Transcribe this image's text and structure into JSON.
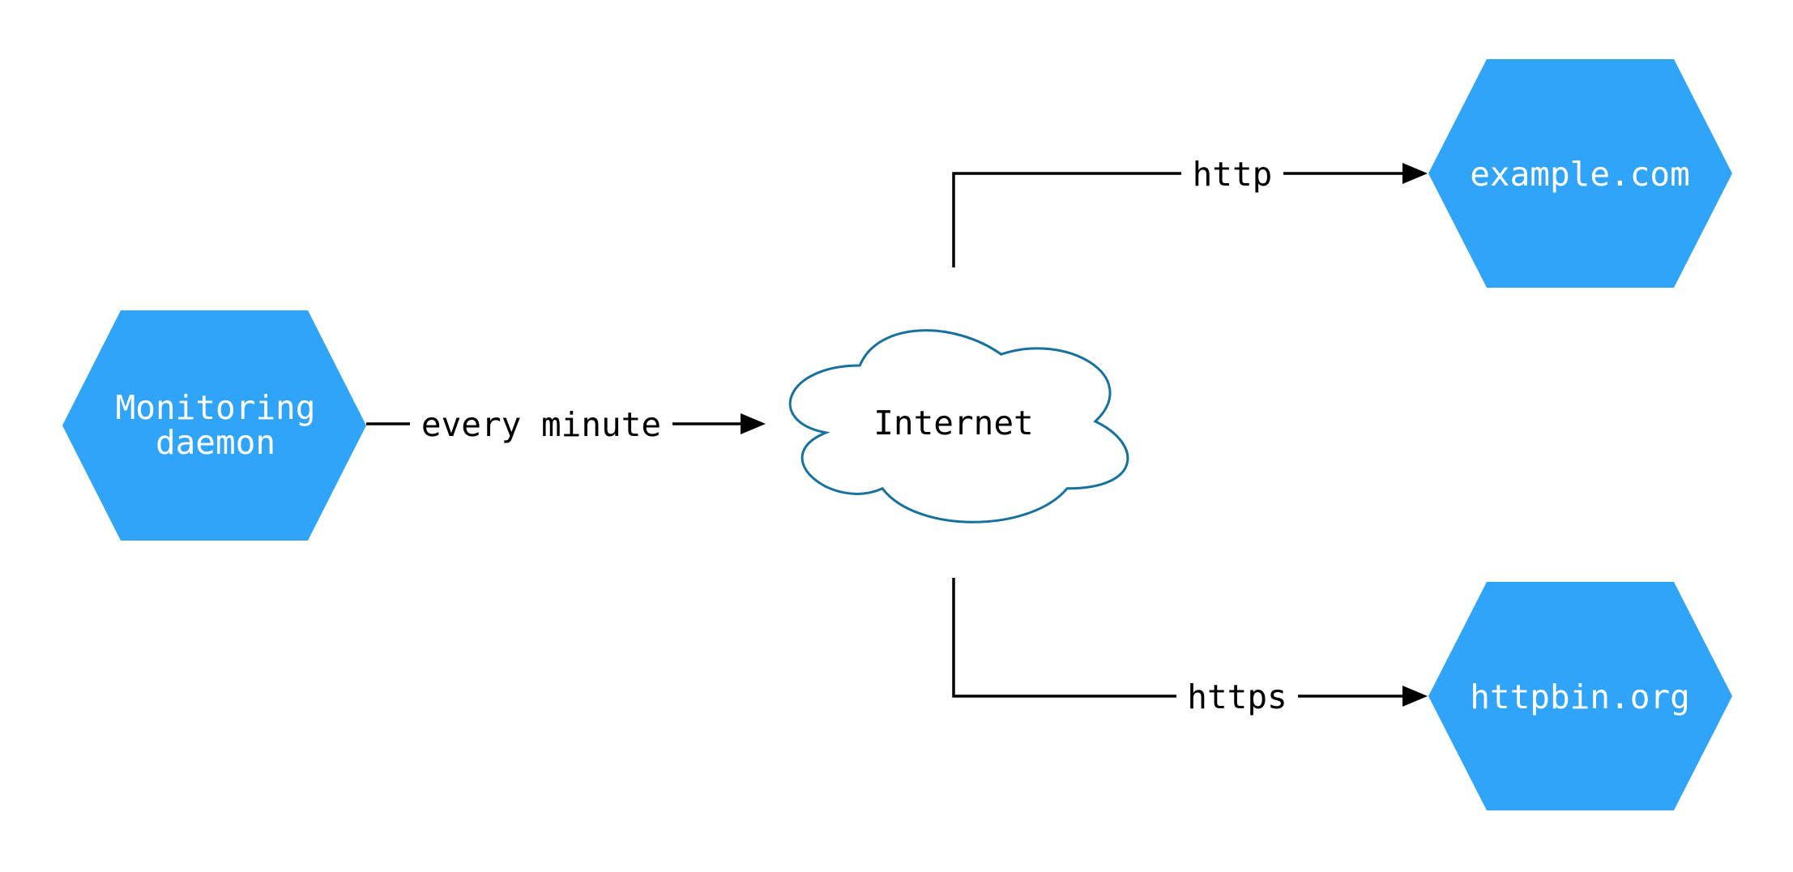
{
  "diagram": {
    "background": "#ffffff",
    "colors": {
      "node_fill": "#2FA4F8",
      "node_text": "#FFFFFF",
      "cloud_fill": "#FFFFFF",
      "cloud_stroke": "#16719F",
      "edge_line": "#000000",
      "edge_text": "#000000"
    },
    "nodes": {
      "monitoring": {
        "shape": "hexagon",
        "line1": "Monitoring",
        "line2": "daemon"
      },
      "internet": {
        "shape": "cloud",
        "label": "Internet"
      },
      "example": {
        "shape": "hexagon",
        "label": "example.com"
      },
      "httpbin": {
        "shape": "hexagon",
        "label": "httpbin.org"
      }
    },
    "edges": {
      "every_minute": {
        "from": "monitoring",
        "to": "internet",
        "label": "every minute"
      },
      "http": {
        "from": "internet",
        "to": "example",
        "label": "http"
      },
      "https": {
        "from": "internet",
        "to": "httpbin",
        "label": "https"
      }
    }
  }
}
